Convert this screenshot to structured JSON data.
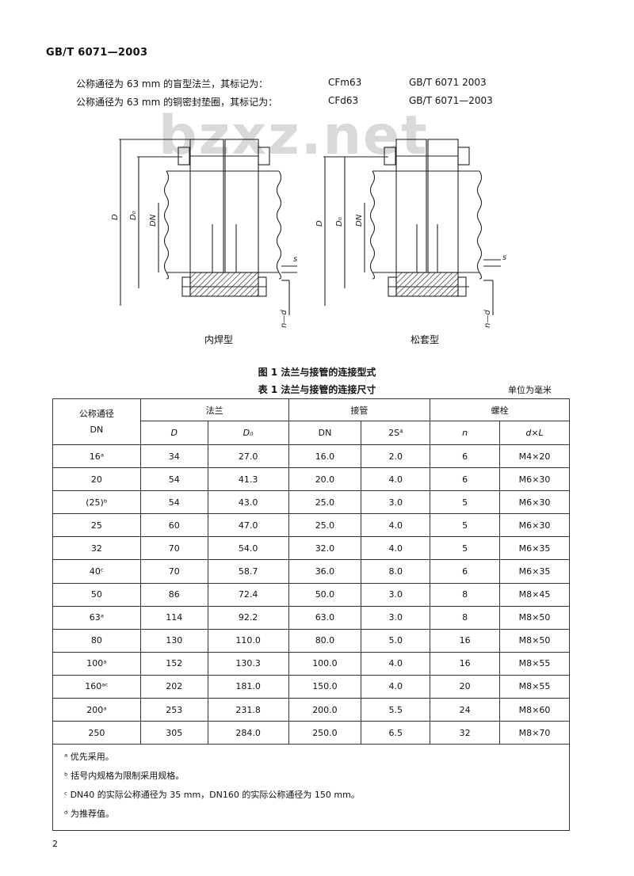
{
  "header": {
    "standard": "GB/T 6071—2003"
  },
  "marking": [
    {
      "text": "公称通径为 63 mm 的盲型法兰，其标记为：",
      "code": "CFm63",
      "std": "GB/T 6071   2003"
    },
    {
      "text": "公称通径为 63 mm 的铜密封垫圈，其标记为：",
      "code": "CFd63",
      "std": "GB/T 6071—2003"
    }
  ],
  "watermark": "bzxz.net",
  "figure": {
    "labels": {
      "D": "D",
      "D0": "D₀",
      "DN": "DN",
      "s": "s",
      "nd": "n—d"
    },
    "caption_left": "内焊型",
    "caption_right": "松套型",
    "title": "图 1   法兰与接管的连接型式"
  },
  "table": {
    "title": "表 1   法兰与接管的连接尺寸",
    "units": "单位为毫米",
    "head": {
      "dn_line1": "公称通径",
      "dn_line2": "DN",
      "flange": "法兰",
      "pipe": "接管",
      "bolt": "螺栓",
      "D": "D",
      "D0": "D₀",
      "pipe_dn": "DN",
      "s": "2S⁴",
      "n": "n",
      "dl": "d×L"
    },
    "rows": [
      {
        "dn": "16ᵃ",
        "D": "34",
        "D0": "27.0",
        "pdn": "16.0",
        "s": "2.0",
        "n": "6",
        "dl": "M4×20"
      },
      {
        "dn": "20",
        "D": "54",
        "D0": "41.3",
        "pdn": "20.0",
        "s": "4.0",
        "n": "6",
        "dl": "M6×30"
      },
      {
        "dn": "(25)ᵇ",
        "D": "54",
        "D0": "43.0",
        "pdn": "25.0",
        "s": "3.0",
        "n": "5",
        "dl": "M6×30"
      },
      {
        "dn": "25",
        "D": "60",
        "D0": "47.0",
        "pdn": "25.0",
        "s": "4.0",
        "n": "5",
        "dl": "M6×30"
      },
      {
        "dn": "32",
        "D": "70",
        "D0": "54.0",
        "pdn": "32.0",
        "s": "4.0",
        "n": "5",
        "dl": "M6×35"
      },
      {
        "dn": "40ᶜ",
        "D": "70",
        "D0": "58.7",
        "pdn": "36.0",
        "s": "8.0",
        "n": "6",
        "dl": "M6×35"
      },
      {
        "dn": "50",
        "D": "86",
        "D0": "72.4",
        "pdn": "50.0",
        "s": "3.0",
        "n": "8",
        "dl": "M8×45"
      },
      {
        "dn": "63ᵃ",
        "D": "114",
        "D0": "92.2",
        "pdn": "63.0",
        "s": "3.0",
        "n": "8",
        "dl": "M8×50"
      },
      {
        "dn": "80",
        "D": "130",
        "D0": "110.0",
        "pdn": "80.0",
        "s": "5.0",
        "n": "16",
        "dl": "M8×50"
      },
      {
        "dn": "100ᵃ",
        "D": "152",
        "D0": "130.3",
        "pdn": "100.0",
        "s": "4.0",
        "n": "16",
        "dl": "M8×55"
      },
      {
        "dn": "160ᵃᶜ",
        "D": "202",
        "D0": "181.0",
        "pdn": "150.0",
        "s": "4.0",
        "n": "20",
        "dl": "M8×55"
      },
      {
        "dn": "200ᵃ",
        "D": "253",
        "D0": "231.8",
        "pdn": "200.0",
        "s": "5.5",
        "n": "24",
        "dl": "M8×60"
      },
      {
        "dn": "250",
        "D": "305",
        "D0": "284.0",
        "pdn": "250.0",
        "s": "6.5",
        "n": "32",
        "dl": "M8×70"
      }
    ],
    "notes": [
      "ᵃ  优先采用。",
      "ᵇ  括号内规格为限制采用规格。",
      "ᶜ DN40 的实际公称通径为 35 mm，DN160 的实际公称通径为 150 mm。",
      "ᵈ  为推荐值。"
    ]
  },
  "footer": {
    "page": "2"
  }
}
